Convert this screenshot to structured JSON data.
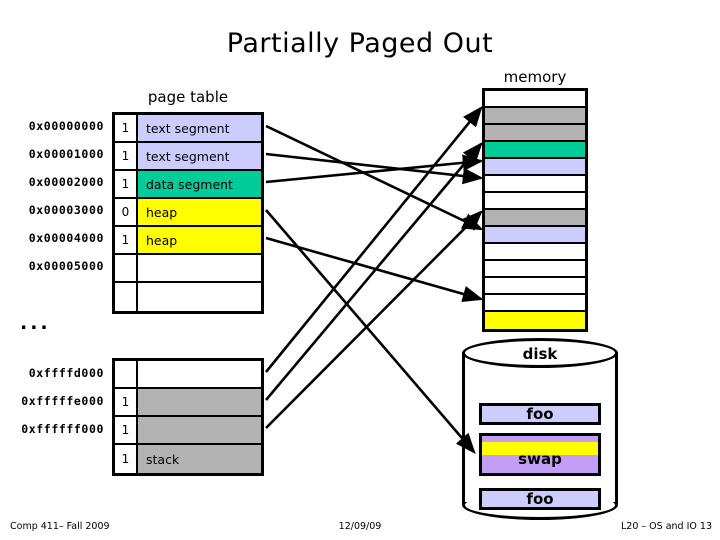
{
  "slide": {
    "title": "Partially Paged Out"
  },
  "page_table": {
    "label": "page table",
    "addresses_top": [
      "0x00000000",
      "0x00001000",
      "0x00002000",
      "0x00003000",
      "0x00004000",
      "0x00005000"
    ],
    "addresses_bottom": [
      "0xffffd000",
      "0xfffffe000",
      "0xffffff000"
    ],
    "rows_top": [
      {
        "valid": "1",
        "segment": "text segment",
        "color": "#ccccff"
      },
      {
        "valid": "1",
        "segment": "text segment",
        "color": "#ccccff"
      },
      {
        "valid": "1",
        "segment": "data segment",
        "color": "#00cc99"
      },
      {
        "valid": "0",
        "segment": "heap",
        "color": "#ffff00"
      },
      {
        "valid": "1",
        "segment": "heap",
        "color": "#ffff00"
      },
      {
        "valid": "",
        "segment": "",
        "color": "#ffffff"
      },
      {
        "valid": "",
        "segment": "",
        "color": "#ffffff"
      }
    ],
    "rows_bottom": [
      {
        "valid": "",
        "segment": "",
        "color": "#ffffff"
      },
      {
        "valid": "1",
        "segment": "",
        "color": "#b3b3b3"
      },
      {
        "valid": "1",
        "segment": "",
        "color": "#b3b3b3"
      },
      {
        "valid": "1",
        "segment": "stack",
        "color": "#b3b3b3"
      }
    ],
    "ellipsis": "..."
  },
  "memory": {
    "label": "memory",
    "rows": [
      {
        "color": "#ffffff"
      },
      {
        "color": "#b3b3b3"
      },
      {
        "color": "#b3b3b3"
      },
      {
        "color": "#00cc99"
      },
      {
        "color": "#ccccff"
      },
      {
        "color": "#ffffff"
      },
      {
        "color": "#ffffff"
      },
      {
        "color": "#b3b3b3"
      },
      {
        "color": "#ccccff"
      },
      {
        "color": "#ffffff"
      },
      {
        "color": "#ffffff"
      },
      {
        "color": "#ffffff"
      },
      {
        "color": "#ffffff"
      },
      {
        "color": "#ffff00"
      }
    ]
  },
  "disk": {
    "label": "disk",
    "boxes": [
      {
        "name": "foo",
        "color": "#ccccff"
      },
      {
        "name": "swap",
        "color": "#c49df5",
        "band_color": "#ffff00"
      },
      {
        "name": "foo",
        "color": "#ccccff"
      }
    ]
  },
  "footer": {
    "left": "Comp 411– Fall 2009",
    "center": "12/09/09",
    "right": "L20 – OS and IO 13"
  },
  "colors": {
    "lavender": "#ccccff",
    "green": "#00cc99",
    "yellow": "#ffff00",
    "gray": "#b3b3b3",
    "purple": "#c49df5",
    "white": "#ffffff",
    "black": "#000000"
  }
}
